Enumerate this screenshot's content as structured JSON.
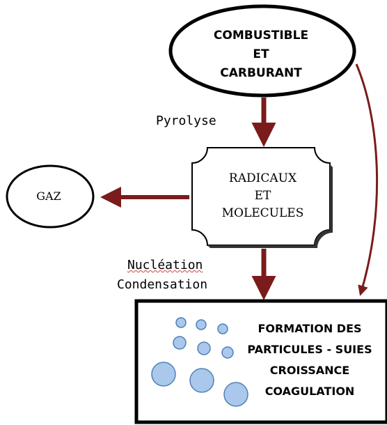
{
  "nodes": {
    "fuel": {
      "lines": [
        "COMBUSTIBLE",
        "ET",
        "CARBURANT"
      ]
    },
    "radicals": {
      "lines": [
        "RADICAUX",
        "ET",
        "MOLECULES"
      ]
    },
    "gas": {
      "label": "GAZ"
    },
    "formation": {
      "lines": [
        "FORMATION DES",
        "PARTICULES - SUIES",
        "CROISSANCE",
        "COAGULATION"
      ]
    }
  },
  "edges": {
    "pyrolysis": {
      "label": "Pyrolyse"
    },
    "nucleation": {
      "label": "Nucléation"
    },
    "condensation": {
      "label": "Condensation"
    }
  },
  "colors": {
    "arrow": "#7a1c1c",
    "particle_fill": "#a9c8eb",
    "particle_stroke": "#4f7fb8",
    "outline": "#000000"
  }
}
